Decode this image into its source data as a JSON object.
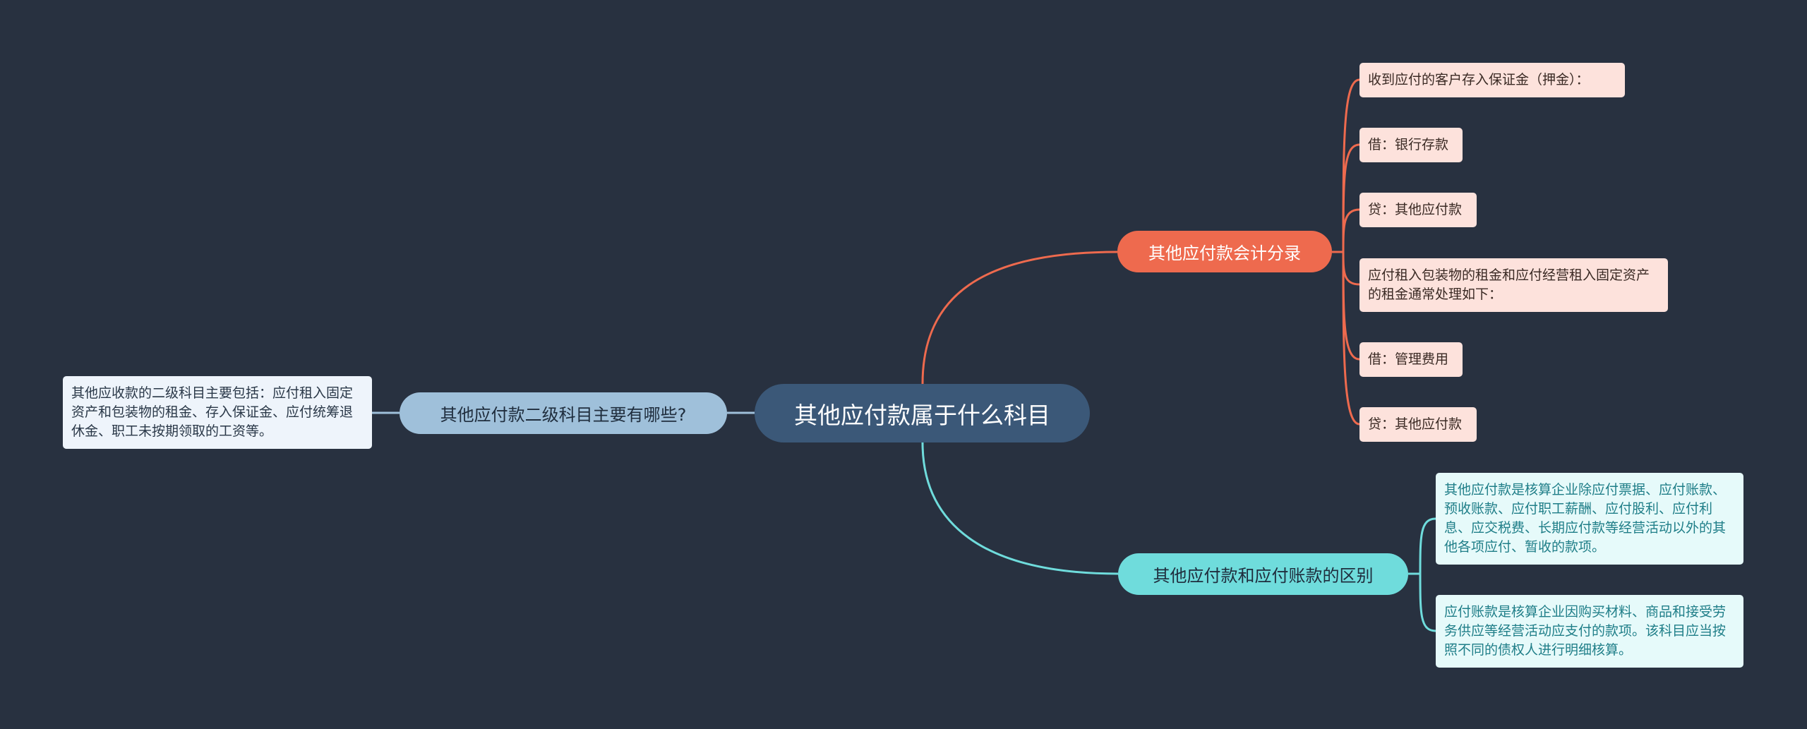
{
  "root": {
    "label": "其他应付款属于什么科目"
  },
  "branches": {
    "left": {
      "label": "其他应付款二级科目主要有哪些?",
      "leaves": [
        "其他应收款的二级科目主要包括：应付租入固定资产和包装物的租金、存入保证金、应付统筹退休金、职工未按期领取的工资等。"
      ]
    },
    "top": {
      "label": "其他应付款会计分录",
      "leaves": [
        "收到应付的客户存入保证金（押金）：",
        "借：银行存款",
        "贷：其他应付款",
        "应付租入包装物的租金和应付经营租入固定资产的租金通常处理如下：",
        "借：管理费用",
        "贷：其他应付款"
      ]
    },
    "bottom": {
      "label": "其他应付款和应付账款的区别",
      "leaves": [
        "其他应付款是核算企业除应付票据、应付账款、预收账款、应付职工薪酬、应付股利、应付利息、应交税费、长期应付款等经营活动以外的其他各项应付、暂收的款项。",
        "应付账款是核算企业因购买材料、商品和接受劳务供应等经营活动应支付的款项。该科目应当按照不同的债权人进行明细核算。"
      ]
    }
  },
  "colors": {
    "background": "#283140",
    "root": "#3b5878",
    "left_branch": "#9fc0da",
    "top_branch": "#ee6a4e",
    "bottom_branch": "#6fdcdc",
    "orange_leaf": "#fde2dc",
    "blue_leaf": "#eef4fb",
    "cyan_leaf": "#e6fafa"
  }
}
